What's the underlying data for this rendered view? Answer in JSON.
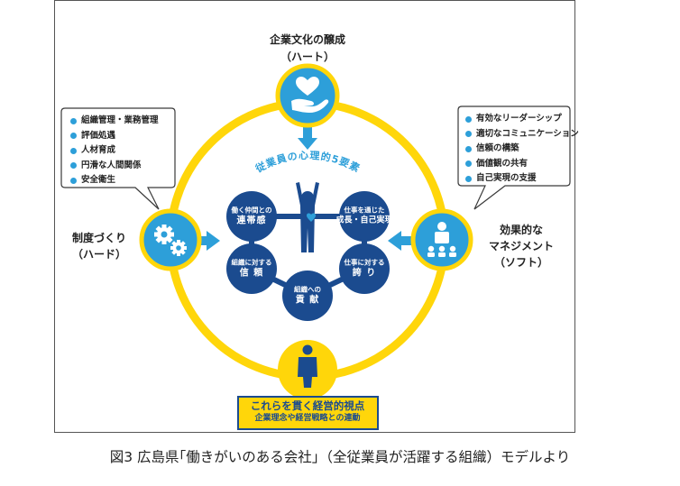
{
  "top_node": {
    "title": "企業文化の醸成",
    "subtitle": "（ハート）"
  },
  "left_node": {
    "title": "制度づくり",
    "subtitle": "（ハード）"
  },
  "right_node": {
    "title": "効果的な",
    "title2": "マネジメント",
    "subtitle": "（ソフト）"
  },
  "left_bubble": {
    "items": [
      "組織管理・業務管理",
      "評価処遇",
      "人材育成",
      "円滑な人間関係",
      "安全衛生"
    ]
  },
  "right_bubble": {
    "items": [
      "有効なリーダーシップ",
      "適切なコミュニケーション",
      "信頼の構築",
      "価値観の共有",
      "自己実現の支援"
    ]
  },
  "center": {
    "arc_title": "従業員の心理的5要素",
    "elements": [
      {
        "small": "働く仲間との",
        "small2": "",
        "large": "連帯感"
      },
      {
        "small": "仕事を通じた",
        "small2": "",
        "large": "成長・自己実現"
      },
      {
        "small": "組織に対する",
        "small2": "",
        "large": "信 頼"
      },
      {
        "small": "仕事に対する",
        "small2": "",
        "large": "誇 り"
      },
      {
        "small": "組織への",
        "small2": "",
        "large": "貢 献"
      }
    ]
  },
  "bottom_box": {
    "title": "これらを貫く経営的視点",
    "subtitle": "企業理念や経営戦略との連動"
  },
  "caption": "図3  広島県｢働きがいのある会社｣（全従業員が活躍する組織）モデルより",
  "colors": {
    "ring": "#ffd60a",
    "blue": "#2d9fd9",
    "dark_blue": "#1b4b8f",
    "bubble_border": "#3a3a3a"
  }
}
